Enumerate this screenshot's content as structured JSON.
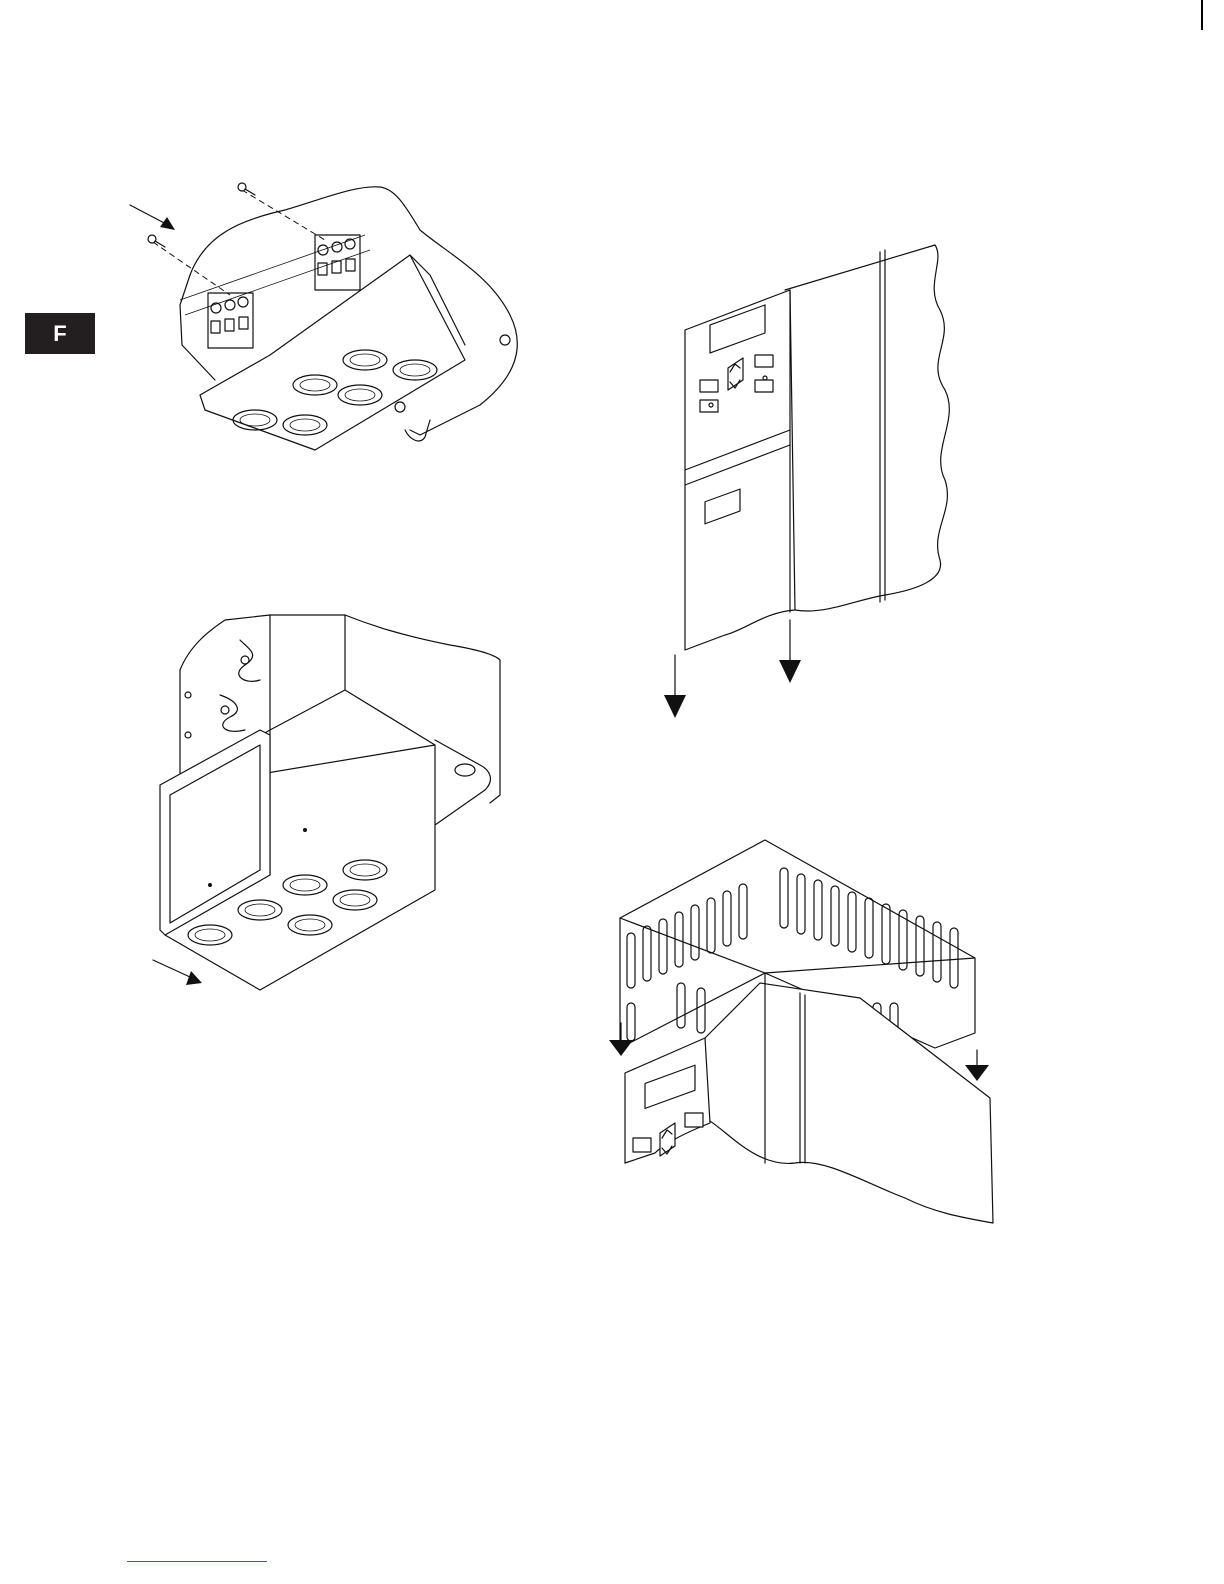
{
  "page": {
    "section_tab": "F"
  },
  "figures": [
    {
      "name": "terminal-cover-screws",
      "arrows": 1
    },
    {
      "name": "front-panel-slide-down",
      "arrows": 2
    },
    {
      "name": "terminal-box-attach",
      "arrows": 1
    },
    {
      "name": "top-vent-cover-fit",
      "arrows": 2
    }
  ],
  "colors": {
    "tab_background": "#231f20",
    "tab_text": "#ffffff",
    "line_art": "#111111",
    "footer_rule": "#3b5ba5"
  }
}
